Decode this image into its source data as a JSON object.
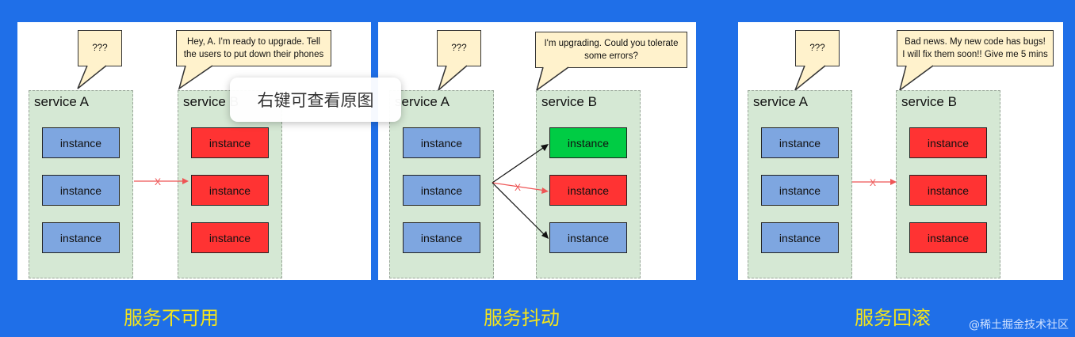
{
  "panels": [
    {
      "service_a": {
        "label": "service A",
        "instances": [
          "instance",
          "instance",
          "instance"
        ]
      },
      "service_b": {
        "label": "service B",
        "instances": [
          "instance",
          "instance",
          "instance"
        ]
      },
      "bubble_a": "???",
      "bubble_b": "Hey, A. I'm ready to upgrade. Tell the users to put down their phones",
      "arrow_mark": "X",
      "caption": "服务不可用"
    },
    {
      "service_a": {
        "label": "service A",
        "instances": [
          "instance",
          "instance",
          "instance"
        ]
      },
      "service_b": {
        "label": "service B",
        "instances": [
          "instance",
          "instance",
          "instance"
        ]
      },
      "bubble_a": "???",
      "bubble_b": "I'm upgrading. Could you tolerate some errors?",
      "arrow_mark": "X",
      "caption": "服务抖动"
    },
    {
      "service_a": {
        "label": "service A",
        "instances": [
          "instance",
          "instance",
          "instance"
        ]
      },
      "service_b": {
        "label": "service B",
        "instances": [
          "instance",
          "instance",
          "instance"
        ]
      },
      "bubble_a": "???",
      "bubble_b": "Bad news. My new code has bugs! I will fix them soon!! Give me 5 mins",
      "arrow_mark": "X",
      "caption": "服务回滚"
    }
  ],
  "context_menu": {
    "label": "右键可查看原图"
  },
  "watermark": "@稀土掘金技术社区",
  "colors": {
    "background": "#1f6fe8",
    "caption": "#f5e51b",
    "instance_blue": "#7ea6e0",
    "instance_red": "#ff3333",
    "instance_green": "#00cc44",
    "service_bg": "#d5e8d4",
    "bubble_bg": "#fff2cc"
  }
}
